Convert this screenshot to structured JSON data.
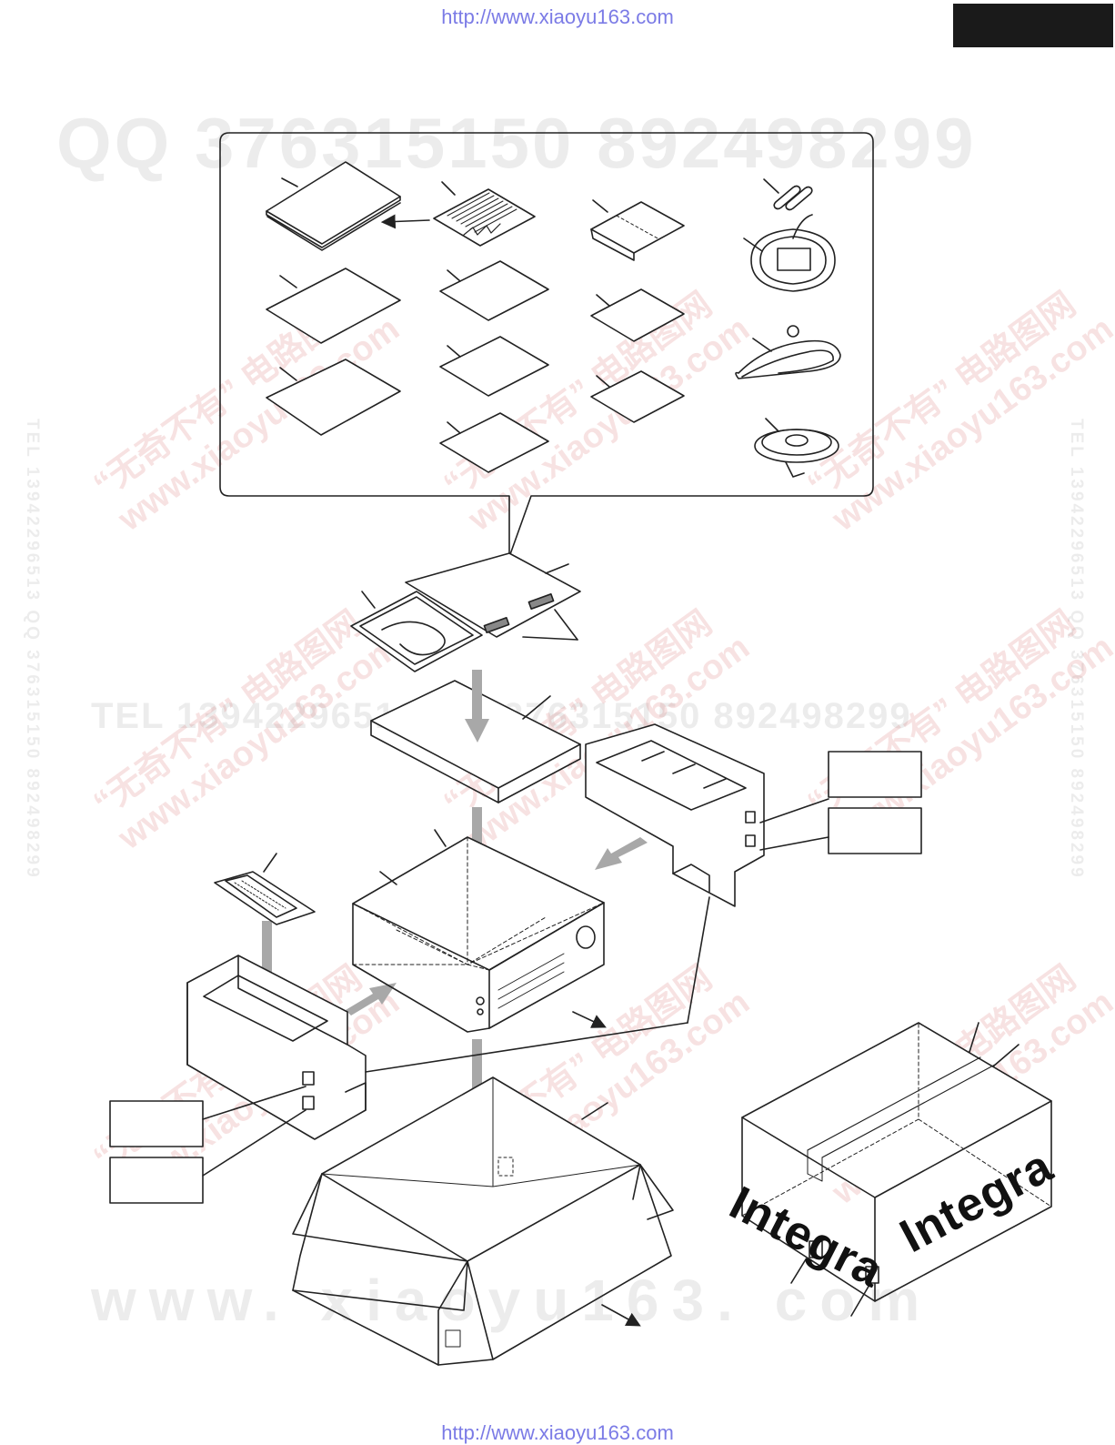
{
  "header": {
    "url_top": "http://www.xiaoyu163.com",
    "url_bottom": "http://www.xiaoyu163.com"
  },
  "watermarks": {
    "qq": "QQ 376315150    892498299",
    "tel": "TEL 13942296513    QQ 376315150  892498299",
    "www": "www. xiaoyu163. com",
    "side": "TEL 13942296513  QQ 376315150  892498299",
    "diag_cn": "“无奇不有” 电路图网",
    "diag_url": "www.xiaoyu163.com"
  },
  "carton": {
    "brand_front": "Integra",
    "brand_side": "Integra"
  },
  "colors": {
    "line": "#222222",
    "arrow_gray": "#a8a8a8",
    "watermark_red": "#d25050",
    "url_blue": "#7b7be6",
    "tab": "#1a1a1a"
  }
}
